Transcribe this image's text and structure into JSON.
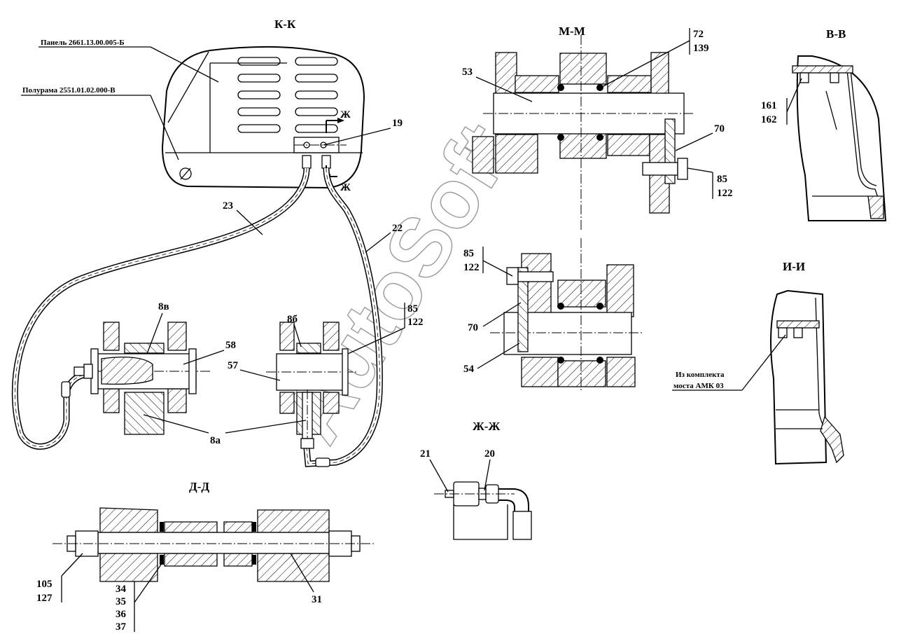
{
  "views": {
    "kk": {
      "title": "К-К",
      "panel_note": "Панель  2661.13.00.005-Б",
      "frame_note": "Полурама  2551.01.02.000-В",
      "section_mark": "Ж"
    },
    "mm": {
      "title": "М-М"
    },
    "vv": {
      "title": "В-В"
    },
    "ii": {
      "title": "И-И",
      "note_line1": "Из комплекта",
      "note_line2": "моста АМК 03"
    },
    "dd": {
      "title": "Д-Д"
    },
    "zz": {
      "title": "Ж-Ж"
    }
  },
  "labels": {
    "l19": "19",
    "l23": "23",
    "l22": "22",
    "l8v": "8в",
    "l8b": "8б",
    "l58": "58",
    "l57": "57",
    "l8a": "8а",
    "l85a": "85",
    "l122a": "122",
    "l72": "72",
    "l139": "139",
    "l53": "53",
    "l70a": "70",
    "l85b": "85",
    "l122b": "122",
    "l85c": "85",
    "l122c": "122",
    "l70b": "70",
    "l54": "54",
    "l161": "161",
    "l162": "162",
    "l21": "21",
    "l20": "20",
    "l105": "105",
    "l127": "127",
    "l34": "34",
    "l35": "35",
    "l36": "36",
    "l37": "37",
    "l31": "31"
  },
  "watermark": "AutoSoft"
}
